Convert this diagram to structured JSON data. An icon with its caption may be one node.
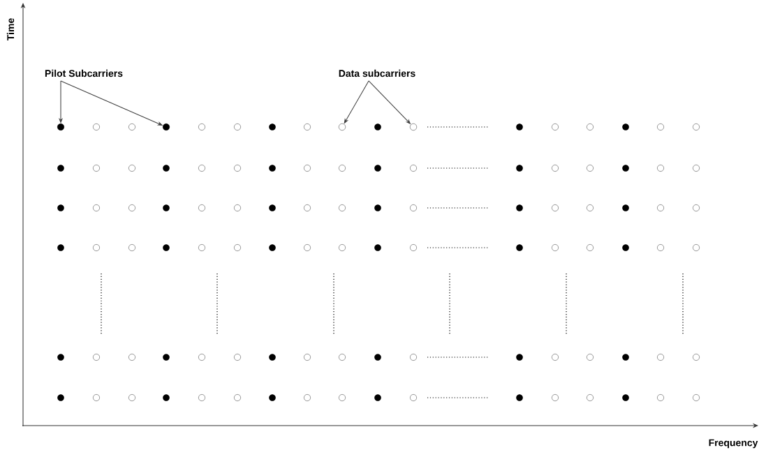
{
  "diagram": {
    "nodes": [
      {
        "text": [
          "Pilot Subcarriers"
        ]
      },
      {
        "text": [],
        "shape": "circle"
      },
      {
        "text": [],
        "shape": "circle"
      },
      {
        "text": [
          "Data subcarriers"
        ]
      },
      {
        "text": [],
        "shape": "circle"
      },
      {
        "text": [],
        "shape": "circle"
      }
    ],
    "edges": [
      {
        "from": 0,
        "to": 1,
        "arrow": "to"
      },
      {
        "from": 0,
        "to": 2,
        "arrow": "to"
      },
      {
        "from": 3,
        "to": 4,
        "arrow": "to"
      },
      {
        "from": 3,
        "to": 5,
        "arrow": "to"
      }
    ],
    "labels": [
      "Time",
      "Frequency"
    ]
  }
}
